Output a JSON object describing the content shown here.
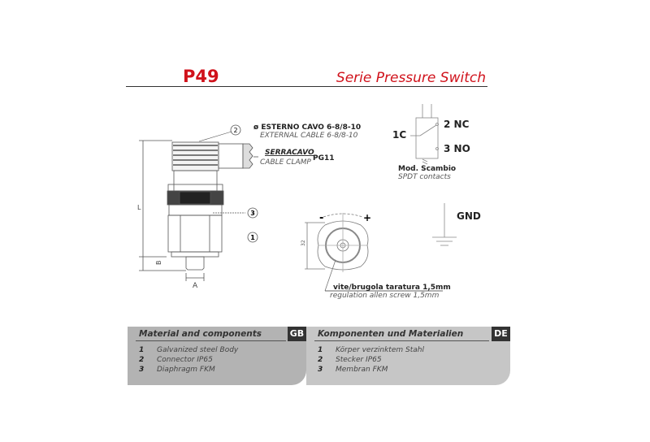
{
  "header": {
    "title": "P49",
    "subtitle": "Serie Pressure Switch"
  },
  "drawing": {
    "callouts": [
      "2",
      "3",
      "1"
    ],
    "dimensions": {
      "L": "L",
      "A": "A",
      "B": "B",
      "width_32": "32"
    },
    "cable": {
      "it": "ø ESTERNO CAVO 6-8/8-10",
      "en": "EXTERNAL CABLE 6-8/8-10"
    },
    "clamp": {
      "it": "SERRACAVO",
      "en": "CABLE CLAMP",
      "thread": "PG11"
    },
    "adjust": {
      "minus": "-",
      "plus": "+"
    },
    "screw": {
      "it": "vite/brugola taratura 1,5mm",
      "en": "regulation allen screw 1,5mm"
    }
  },
  "schematic": {
    "c": "1C",
    "nc": "2 NC",
    "no": "3 NO",
    "mod_it": "Mod. Scambio",
    "mod_en": "SPDT contacts",
    "gnd": "GND"
  },
  "panels": [
    {
      "title": "Material and components",
      "badge": "GB",
      "items": [
        {
          "n": "1",
          "t": "Galvanized steel Body"
        },
        {
          "n": "2",
          "t": "Connector IP65"
        },
        {
          "n": "3",
          "t": "Diaphragm FKM"
        }
      ]
    },
    {
      "title": "Komponenten und Materialien",
      "badge": "DE",
      "items": [
        {
          "n": "1",
          "t": "Körper verzinktem Stahl"
        },
        {
          "n": "2",
          "t": "Stecker IP65"
        },
        {
          "n": "3",
          "t": "Membran FKM"
        }
      ]
    }
  ]
}
